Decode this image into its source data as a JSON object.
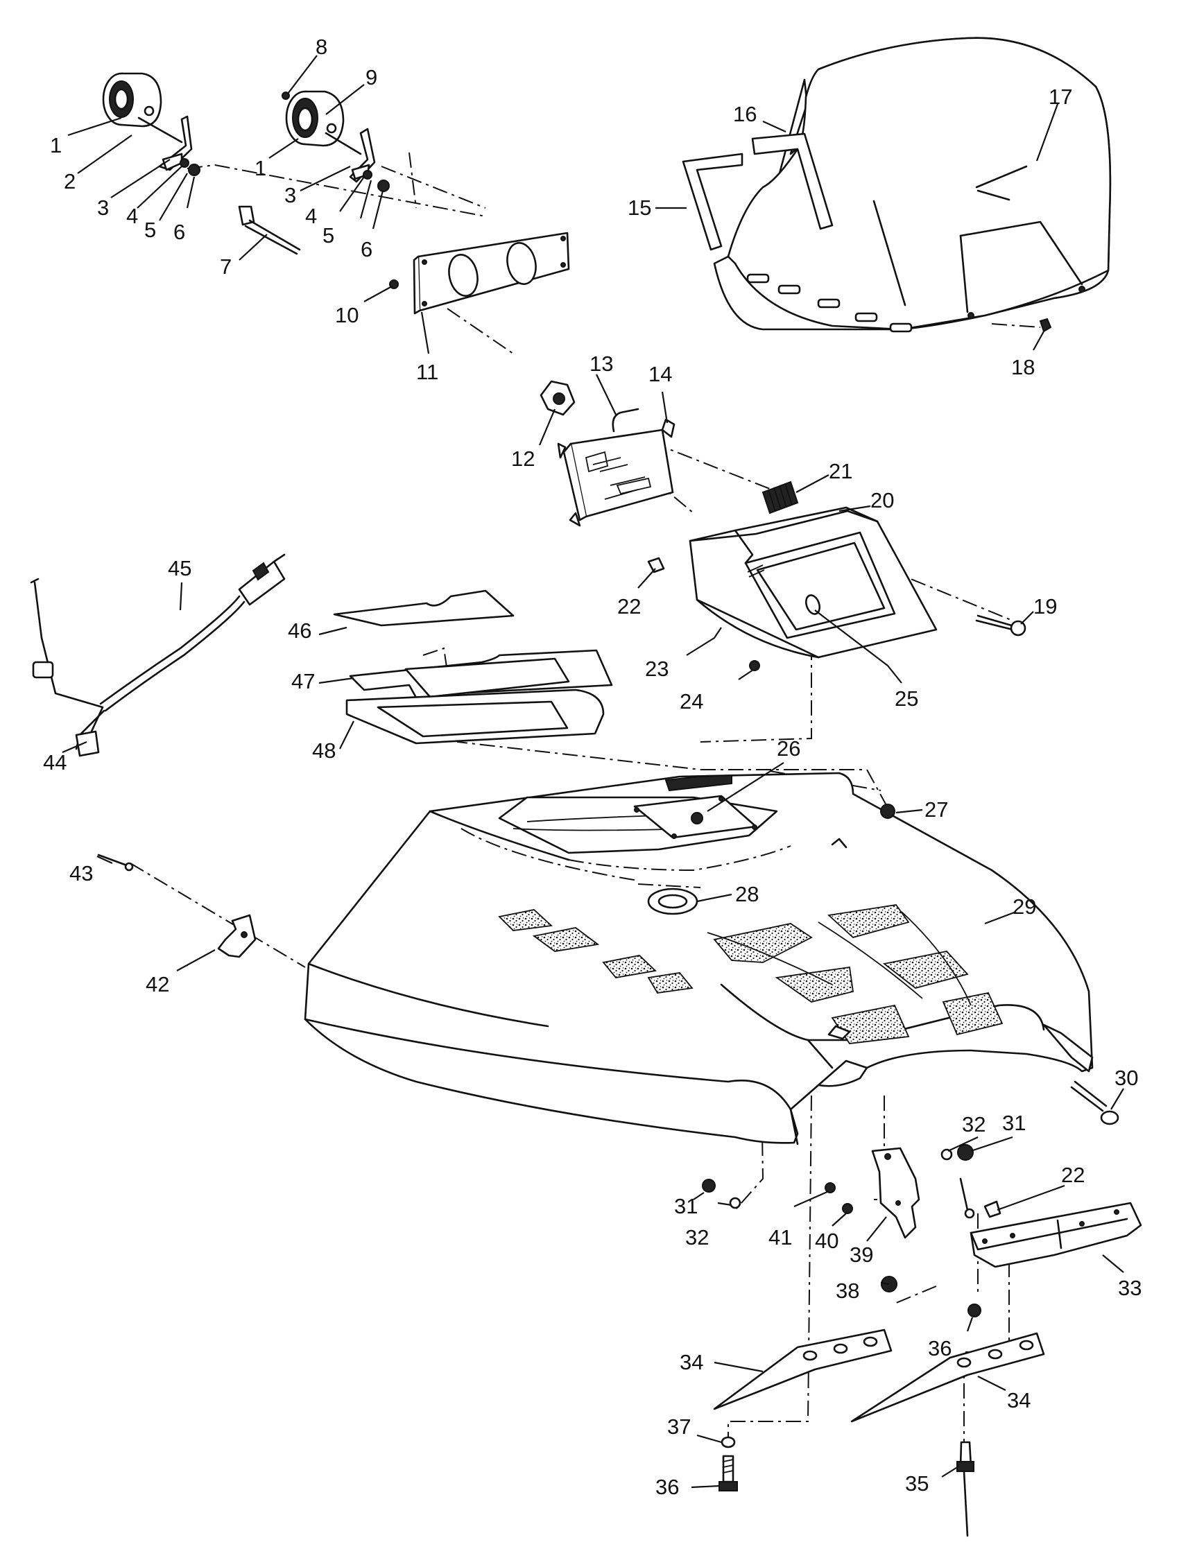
{
  "figure": {
    "callouts": [
      {
        "label": "1"
      },
      {
        "label": "2"
      },
      {
        "label": "3"
      },
      {
        "label": "4"
      },
      {
        "label": "5"
      },
      {
        "label": "6"
      },
      {
        "label": "8"
      },
      {
        "label": "9"
      },
      {
        "label": "1"
      },
      {
        "label": "3"
      },
      {
        "label": "4"
      },
      {
        "label": "5"
      },
      {
        "label": "6"
      },
      {
        "label": "7"
      },
      {
        "label": "10"
      },
      {
        "label": "11"
      },
      {
        "label": "16"
      },
      {
        "label": "17"
      },
      {
        "label": "15"
      },
      {
        "label": "18"
      },
      {
        "label": "13"
      },
      {
        "label": "14"
      },
      {
        "label": "12"
      },
      {
        "label": "21"
      },
      {
        "label": "20"
      },
      {
        "label": "22"
      },
      {
        "label": "19"
      },
      {
        "label": "23"
      },
      {
        "label": "24"
      },
      {
        "label": "25"
      },
      {
        "label": "45"
      },
      {
        "label": "46"
      },
      {
        "label": "47"
      },
      {
        "label": "48"
      },
      {
        "label": "44"
      },
      {
        "label": "26"
      },
      {
        "label": "27"
      },
      {
        "label": "28"
      },
      {
        "label": "29"
      },
      {
        "label": "43"
      },
      {
        "label": "42"
      },
      {
        "label": "30"
      },
      {
        "label": "32"
      },
      {
        "label": "31"
      },
      {
        "label": "22"
      },
      {
        "label": "31"
      },
      {
        "label": "32"
      },
      {
        "label": "41"
      },
      {
        "label": "40"
      },
      {
        "label": "39"
      },
      {
        "label": "38"
      },
      {
        "label": "33"
      },
      {
        "label": "36"
      },
      {
        "label": "34"
      },
      {
        "label": "34"
      },
      {
        "label": "37"
      },
      {
        "label": "36"
      },
      {
        "label": "35"
      }
    ]
  }
}
